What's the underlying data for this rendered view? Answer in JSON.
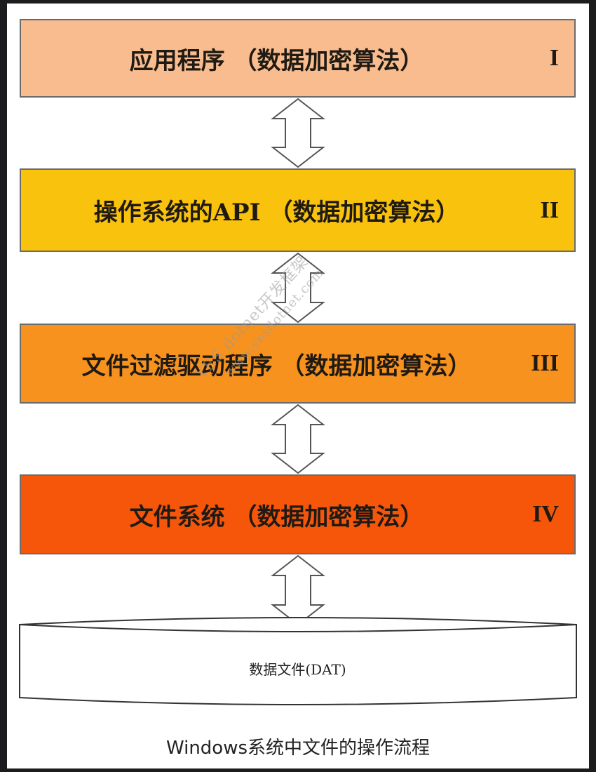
{
  "layers": [
    {
      "label": "应用程序 （数据加密算法）",
      "numeral": "I",
      "color": "#f9bc8e"
    },
    {
      "label": "操作系统的API （数据加密算法）",
      "numeral": "II",
      "color": "#f9c20c"
    },
    {
      "label": "文件过滤驱动程序 （数据加密算法）",
      "numeral": "III",
      "color": "#f7921f"
    },
    {
      "label": "文件系统 （数据加密算法）",
      "numeral": "IV",
      "color": "#f5560a"
    }
  ],
  "storage": {
    "label": "数据文件(DAT)"
  },
  "watermark": {
    "line1": "YES dotnet开发框架",
    "line2": "www.yesdotnet.com"
  },
  "caption": "Windows系统中文件的操作流程"
}
